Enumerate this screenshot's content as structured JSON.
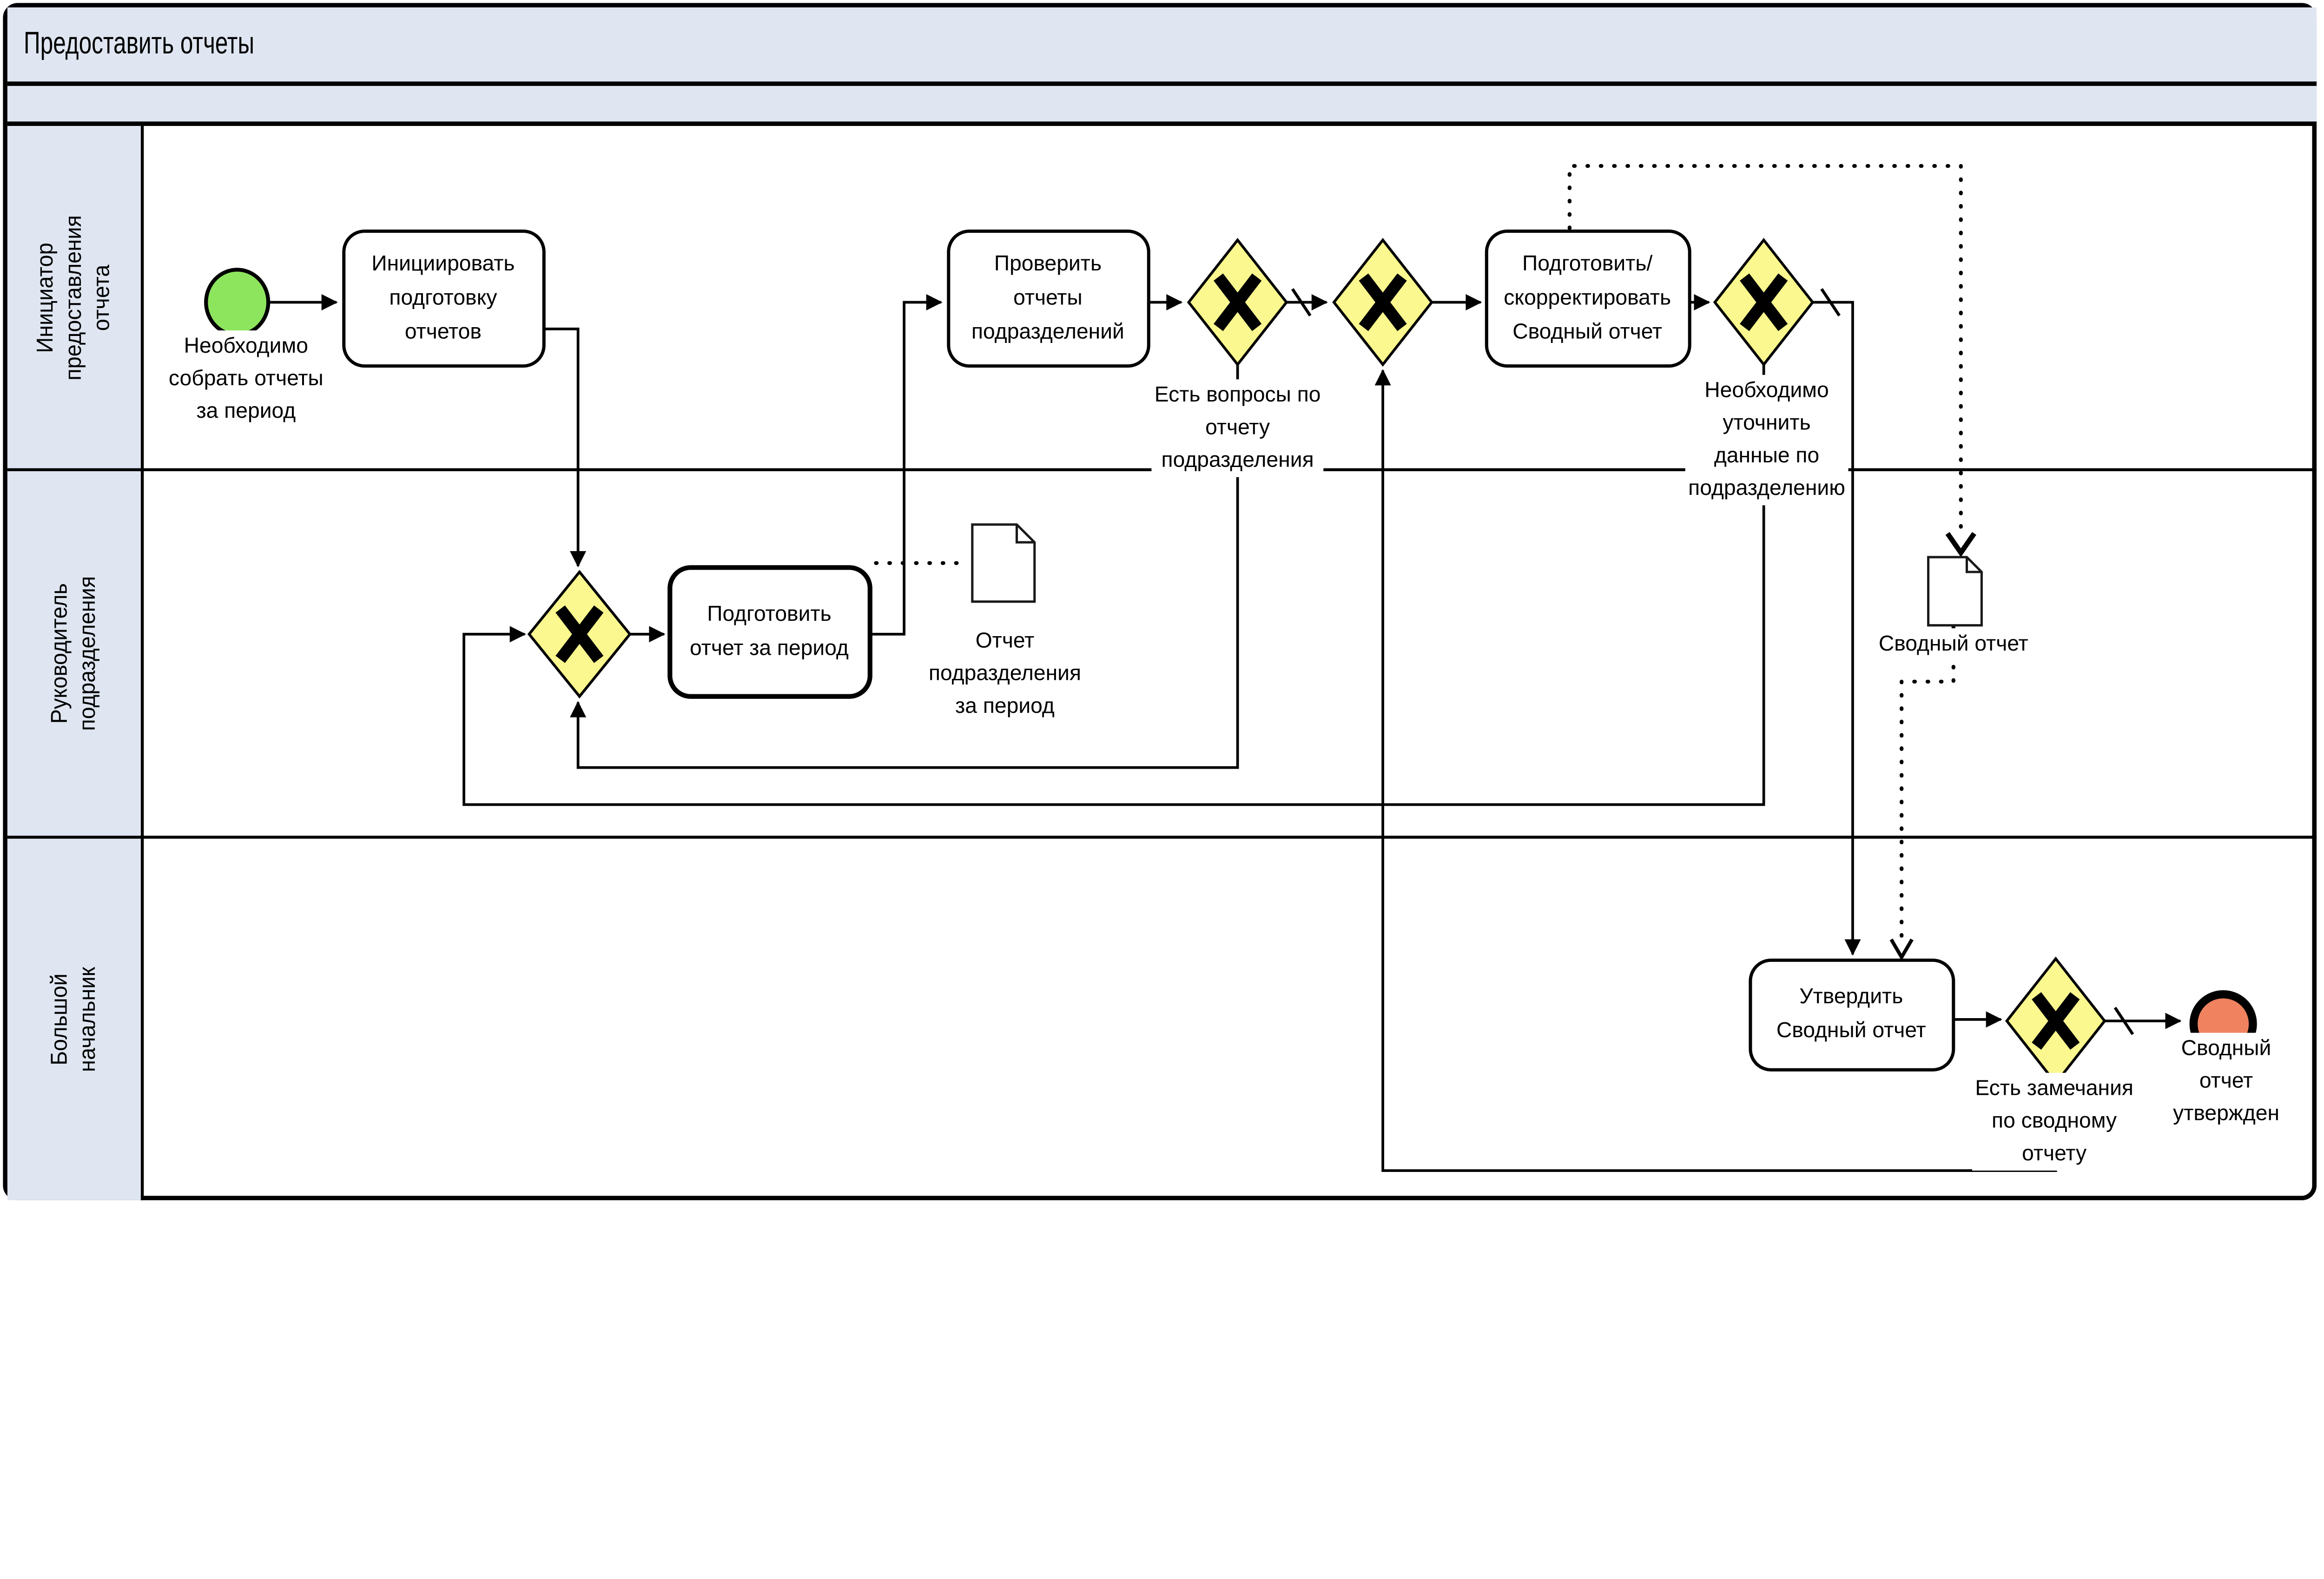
{
  "title": "Предоставить отчеты",
  "colors": {
    "header_fill": "#dfe6f2",
    "task_fill": "#ffffff",
    "gateway_fill": "#faf88e",
    "start_fill": "#8de55e",
    "end_fill": "#f0825f",
    "doc_fill": "#ffffff",
    "line": "#000000"
  },
  "lanes": [
    {
      "label": "Инициатор\nпредоставления\nотчета"
    },
    {
      "label": "Руководитель\nподразделения"
    },
    {
      "label": "Большой начальник"
    }
  ],
  "nodes": {
    "start_event": {
      "type": "start-event",
      "label": "Необходимо\nсобрать отчеты\nза период"
    },
    "task_initiate": {
      "type": "task",
      "label": "Инициировать\nподготовку\nотчетов"
    },
    "task_check": {
      "type": "task",
      "label": "Проверить\nотчеты\nподразделений"
    },
    "gateway_questions": {
      "type": "xor-gateway",
      "label": "Есть вопросы по\nотчету\nподразделения"
    },
    "gateway_merge_rework": {
      "type": "xor-gateway",
      "label": ""
    },
    "task_prepare_summary": {
      "type": "task",
      "label": "Подготовить/\nскорректировать\nСводный отчет"
    },
    "gateway_clarify": {
      "type": "xor-gateway",
      "label": "Необходимо\nуточнить\nданные по\nподразделению"
    },
    "gateway_merge_dept": {
      "type": "xor-gateway",
      "label": ""
    },
    "task_prepare_period": {
      "type": "task",
      "label": "Подготовить\nотчет за период"
    },
    "doc_dept_report": {
      "type": "document",
      "label": "Отчет\nподразделения\nза период"
    },
    "doc_summary_report": {
      "type": "document",
      "label": "Сводный отчет"
    },
    "task_approve": {
      "type": "task",
      "label": "Утвердить\nСводный отчет"
    },
    "gateway_remarks": {
      "type": "xor-gateway",
      "label": "Есть замечания\nпо сводному\nотчету"
    },
    "end_event": {
      "type": "end-event",
      "label": "Сводный отчет\nутвержден"
    }
  }
}
